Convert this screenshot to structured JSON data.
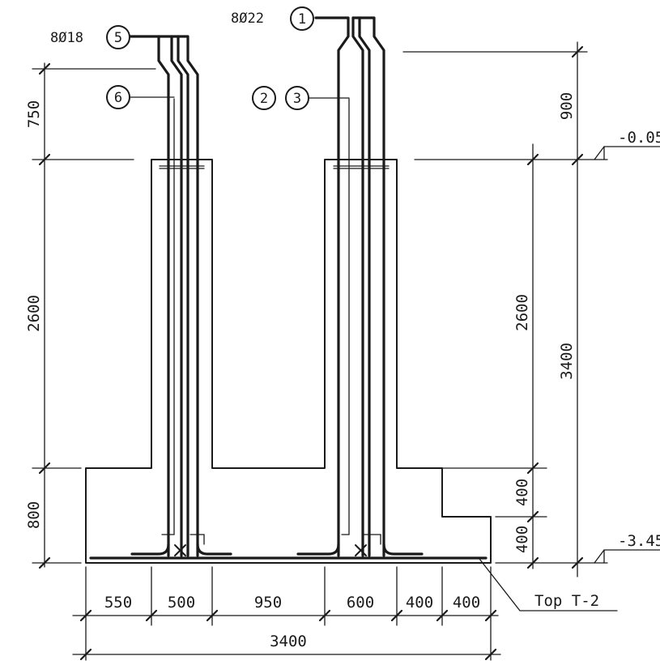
{
  "bar_labels": {
    "right_group": "8Ø22",
    "left_group": "8Ø18"
  },
  "marks": {
    "m1": "1",
    "m2": "2",
    "m3": "3",
    "m5": "5",
    "m6": "6"
  },
  "dims_left": {
    "top": "750",
    "column": "2600",
    "base": "800"
  },
  "dims_right": {
    "upper": "900",
    "column": "2600",
    "overall": "3400",
    "step_top": "400",
    "step_bottom": "400"
  },
  "dims_bottom": {
    "seg1": "550",
    "seg2": "500",
    "seg3": "950",
    "seg4": "600",
    "seg5": "400",
    "seg6": "400",
    "total": "3400"
  },
  "levels": {
    "top": "-0.05",
    "bottom": "-3.45"
  },
  "note": "Top T-2"
}
